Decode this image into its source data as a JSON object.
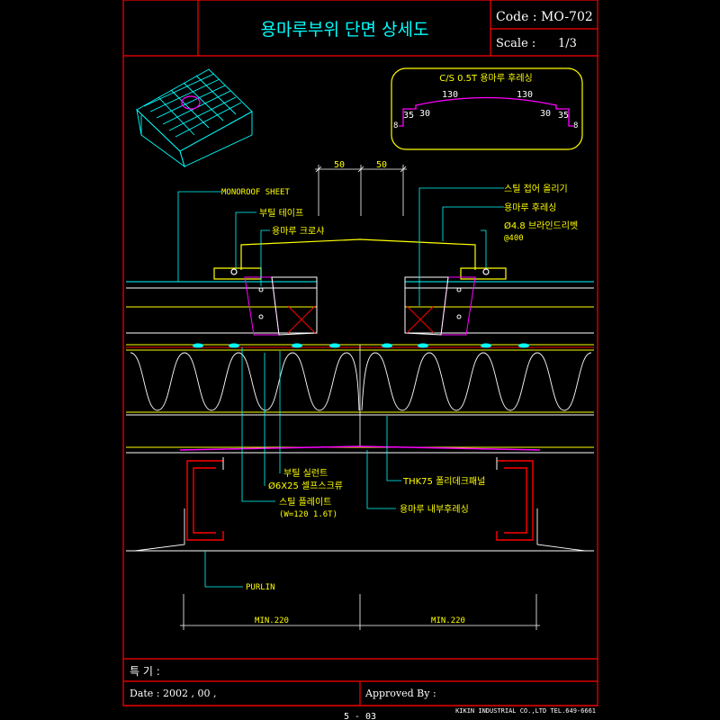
{
  "title_block": {
    "title": "용마루부위 단면 상세도",
    "code_label": "Code : MO-702",
    "scale_label": "Scale :",
    "scale_value": "1/3"
  },
  "profile_detail": {
    "title": "C/S 0.5T 용마루 후레싱",
    "dim_left_top": "130",
    "dim_right_top": "130",
    "dim_left_35": "35",
    "dim_left_30": "30",
    "dim_right_30": "30",
    "dim_right_35": "35",
    "dim_left_8": "8",
    "dim_right_8": "8"
  },
  "dimensions": {
    "top_left": "50",
    "top_right": "50",
    "bottom_left": "MIN.220",
    "bottom_right": "MIN.220"
  },
  "labels": {
    "monoroof_sheet": "MONOROOF SHEET",
    "butyl_tape": "부틸 테이프",
    "ridge_closure": "용마루 크로샤",
    "steel_fold": "스틸 접어 올리기",
    "ridge_flashing": "용마루 후레싱",
    "blind_rivet": "Ø4.8 브라인드리벳",
    "rivet_spacing": "@400",
    "butyl_sealant": "부틸 실런트",
    "self_screw": "Ø6X25 셀프스크류",
    "steel_plate": "스틸 플레이트",
    "steel_plate_spec": "(W=120 1.6T)",
    "deck_panel": "THK75 폴리데크패널",
    "inner_flashing": "용마루 내부후레싱",
    "purlin": "PURLIN"
  },
  "footer": {
    "note_label": "특 기 :",
    "date_label": "Date : 2002 , 00 ,",
    "approved_label": "Approved By :",
    "company": "KIKIN INDUSTRIAL CO.,LTD  TEL.649-6661",
    "page_number": "5 - 03"
  },
  "colors": {
    "frame": "#ff0000",
    "title": "#00ffff",
    "magenta": "#ff00ff",
    "yellow": "#ffff00",
    "white": "#ffffff",
    "cyan": "#00ffff",
    "green": "#00ff00"
  }
}
